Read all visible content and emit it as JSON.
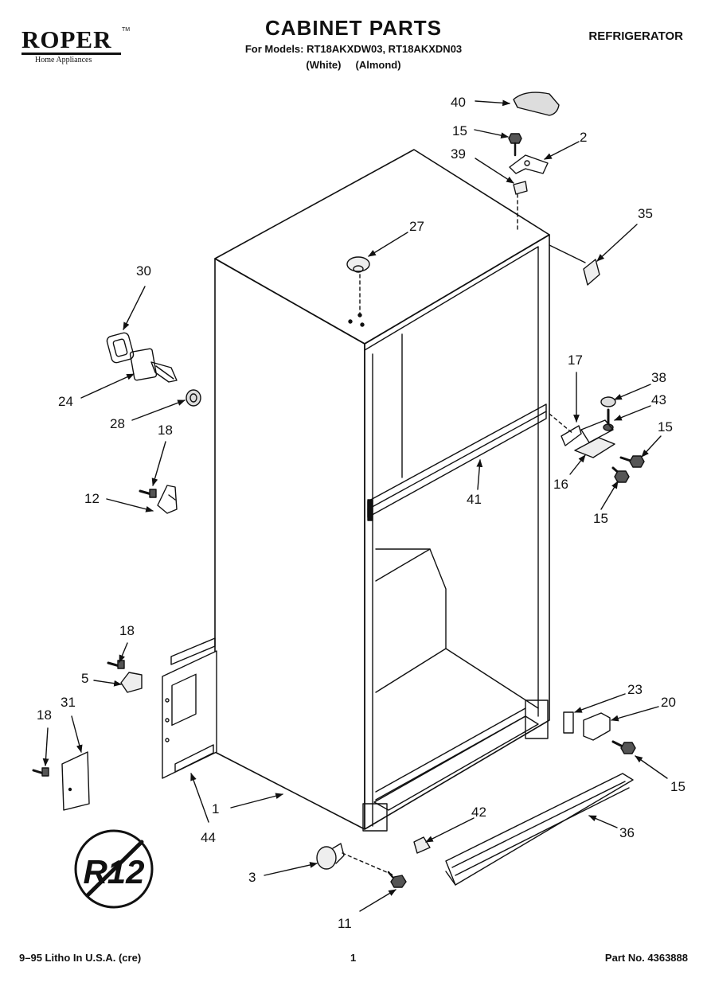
{
  "header": {
    "brand": "ROPER",
    "trademark": "TM",
    "brand_subtitle": "Home Appliances",
    "title": "CABINET PARTS",
    "models_line": "For Models: RT18AKXDW03, RT18AKXDN03",
    "variants_line": "(White)     (Almond)",
    "product_type": "REFRIGERATOR"
  },
  "badge_text": "R12",
  "callouts": {
    "c40": "40",
    "c15a": "15",
    "c2": "2",
    "c39": "39",
    "c35": "35",
    "c27": "27",
    "c30": "30",
    "c24": "24",
    "c28": "28",
    "c18a": "18",
    "c12": "12",
    "c17": "17",
    "c38": "38",
    "c43": "43",
    "c15b": "15",
    "c16": "16",
    "c41": "41",
    "c15c": "15",
    "c18b": "18",
    "c5": "5",
    "c31": "31",
    "c18c": "18",
    "c1": "1",
    "c44": "44",
    "c23": "23",
    "c20": "20",
    "c15d": "15",
    "c42": "42",
    "c36": "36",
    "c3": "3",
    "c11": "11"
  },
  "footer": {
    "left": "9–95 Litho In U.S.A. (cre)",
    "page": "1",
    "part_no": "Part No. 4363888"
  }
}
